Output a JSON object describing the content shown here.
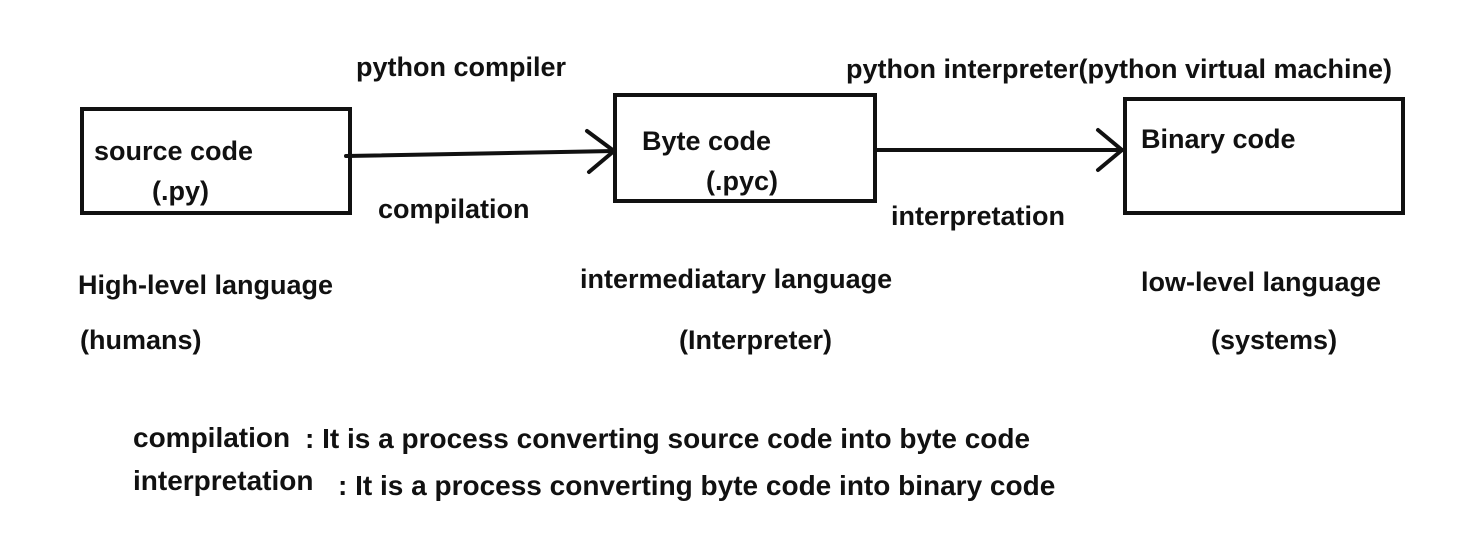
{
  "stages": {
    "source": {
      "name": "source code",
      "ext": "(.py)",
      "level": "High-level language",
      "audience": "(humans)"
    },
    "bytecode": {
      "name": "Byte code",
      "ext": "(.pyc)",
      "level": "intermediatary language",
      "audience": "(Interpreter)"
    },
    "binary": {
      "name": "Binary code",
      "level": "low-level language",
      "audience": "(systems)"
    }
  },
  "transitions": {
    "compile": {
      "tool": "python compiler",
      "process": "compilation"
    },
    "interpret": {
      "tool": "python interpreter(python virtual machine)",
      "process": "interpretation"
    }
  },
  "definitions": [
    {
      "term": "compilation",
      "text": ": It is a process converting  source code into byte code"
    },
    {
      "term": "interpretation",
      "text": ": It is a process converting byte code into binary code"
    }
  ],
  "colors": {
    "ink": "#111111",
    "background": "#ffffff"
  }
}
